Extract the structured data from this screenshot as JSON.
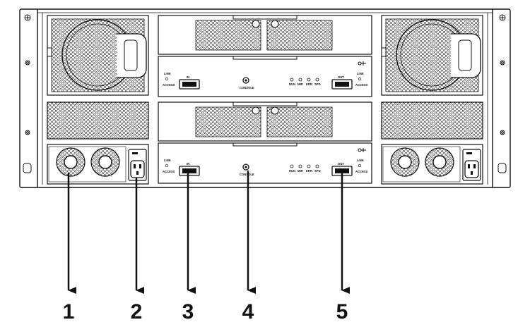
{
  "module_labels": {
    "link": "LINK",
    "access": "ACCESS",
    "in": "IN",
    "out": "OUT",
    "console": "CONSOLE",
    "run": "RUN",
    "mir": "MIR",
    "err": "ERR",
    "spd": "SPD"
  },
  "callouts": [
    {
      "number": "1"
    },
    {
      "number": "2"
    },
    {
      "number": "3"
    },
    {
      "number": "4"
    },
    {
      "number": "5"
    }
  ]
}
